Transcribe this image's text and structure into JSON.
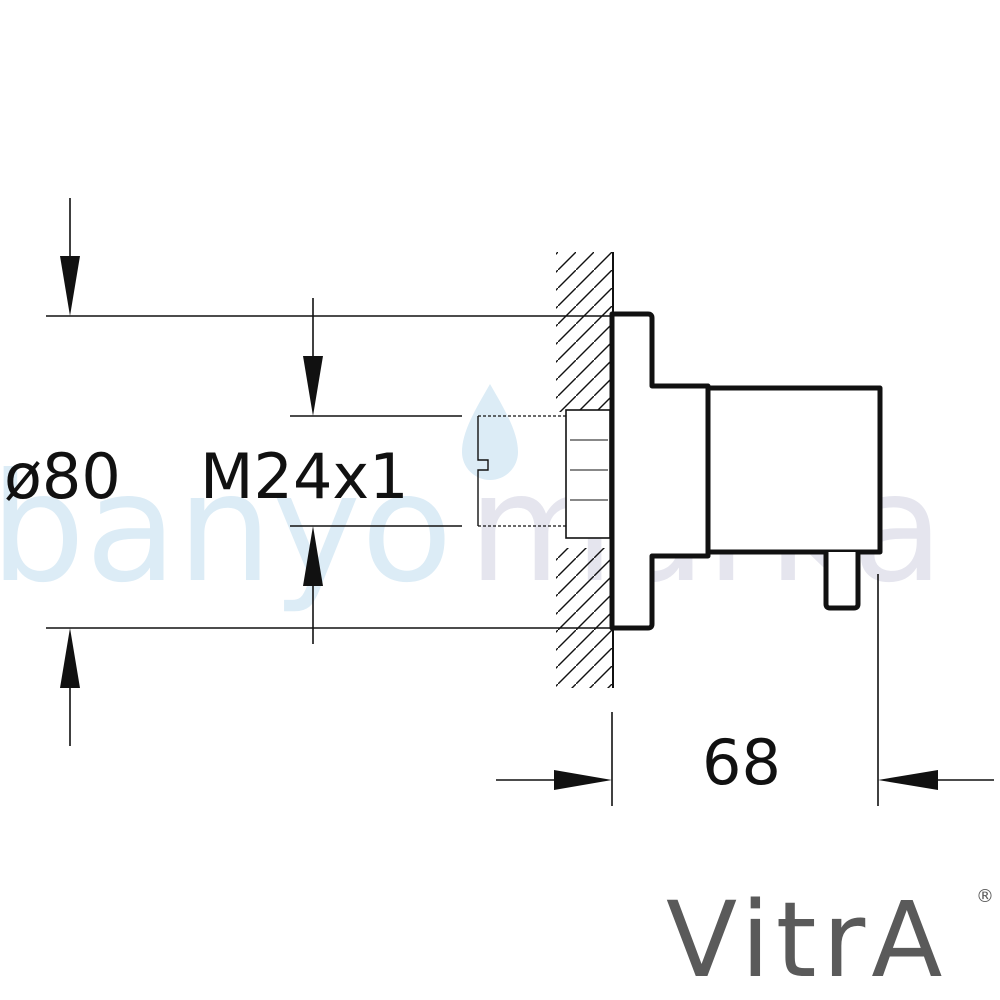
{
  "dimensions": {
    "outer_diameter": "ø80",
    "thread": "M24x1",
    "depth": "68"
  },
  "watermark": {
    "part1": "banyo",
    "part2": "marka"
  },
  "brand": {
    "logo": "VitrA",
    "registered": "®"
  },
  "colors": {
    "line": "#111111",
    "watermark_blue": "#dcecf6",
    "watermark_gray": "#e5e5ee",
    "logo_gray": "#5a5a5a"
  }
}
